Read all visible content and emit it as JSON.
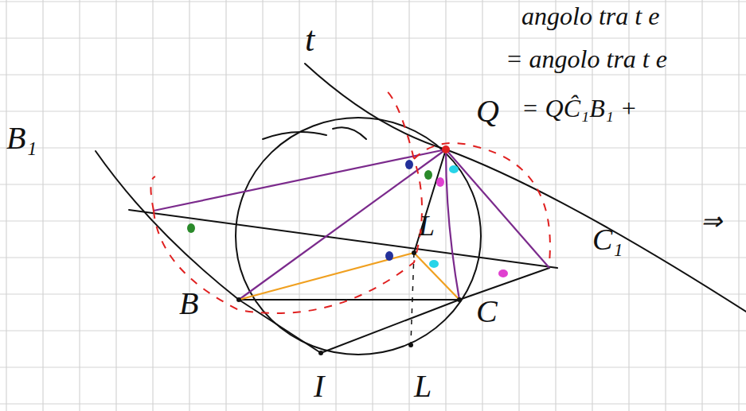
{
  "diagram": {
    "labels": [
      "angolo tra t e",
      "= angolo tra t e",
      "= QĈ₁B₁ +",
      "⇒",
      "t",
      "Q",
      "B₁",
      "C₁",
      "B",
      "C",
      "I",
      "L",
      "L"
    ]
  }
}
